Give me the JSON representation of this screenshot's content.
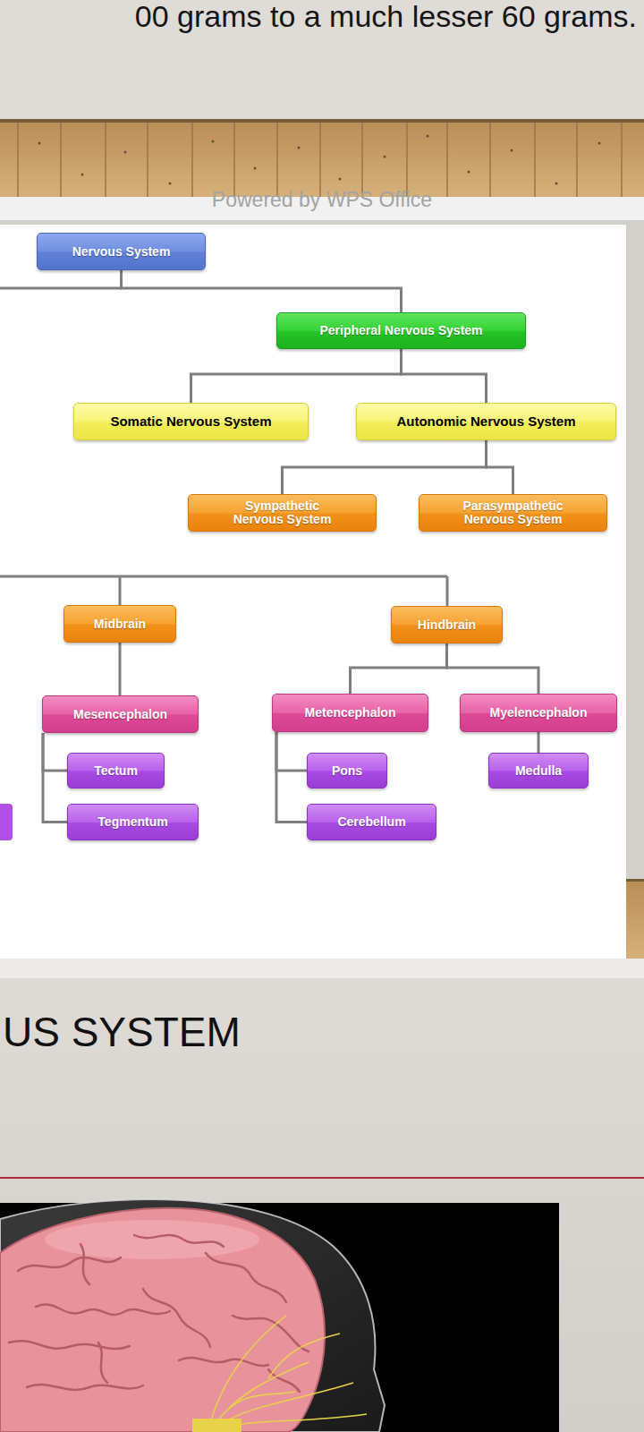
{
  "diagram": {
    "nodes": [
      {
        "text": [
          "Nervous System"
        ]
      },
      {
        "text": [
          "Peripheral Nervous System"
        ]
      },
      {
        "text": [
          "Somatic Nervous System"
        ]
      },
      {
        "text": [
          "Autonomic Nervous System"
        ]
      },
      {
        "text": [
          "Sympathetic Nervous System"
        ]
      },
      {
        "text": [
          "Parasympathetic Nervous System"
        ]
      },
      {
        "text": [
          "Midbrain"
        ]
      },
      {
        "text": [
          "Hindbrain"
        ]
      },
      {
        "text": [
          "Mesencephalon"
        ]
      },
      {
        "text": [
          "Metencephalon"
        ]
      },
      {
        "text": [
          "Myelencephalon"
        ]
      },
      {
        "text": [
          "Tectum"
        ]
      },
      {
        "text": [
          "Pons"
        ]
      },
      {
        "text": [
          "Medulla"
        ]
      },
      {
        "text": [
          "Tegmentum"
        ]
      },
      {
        "text": [
          "Cerebellum"
        ]
      }
    ],
    "edges": [
      {
        "from": 0,
        "to": 1,
        "arrow": "none"
      },
      {
        "from": 1,
        "to": 2,
        "arrow": "none"
      },
      {
        "from": 1,
        "to": 3,
        "arrow": "none"
      },
      {
        "from": 3,
        "to": 4,
        "arrow": "none"
      },
      {
        "from": 3,
        "to": 5,
        "arrow": "none"
      },
      {
        "from": 6,
        "to": 8,
        "arrow": "none"
      },
      {
        "from": 7,
        "to": 9,
        "arrow": "none"
      },
      {
        "from": 7,
        "to": 10,
        "arrow": "none"
      },
      {
        "from": 8,
        "to": 11,
        "arrow": "none"
      },
      {
        "from": 8,
        "to": 14,
        "arrow": "none"
      },
      {
        "from": 9,
        "to": 12,
        "arrow": "none"
      },
      {
        "from": 9,
        "to": 15,
        "arrow": "none"
      },
      {
        "from": 10,
        "to": 13,
        "arrow": "none"
      }
    ],
    "labels": [
      "00 grams to a much lesser 60 grams.",
      "Powered by WPS Office",
      "US SYSTEM"
    ]
  }
}
